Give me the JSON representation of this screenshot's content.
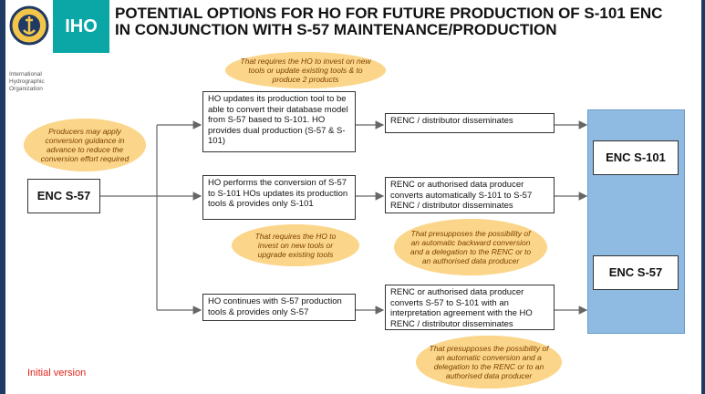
{
  "header": {
    "logo_text": "IHO",
    "title_line1": "POTENTIAL OPTIONS FOR HO FOR FUTURE PRODUCTION OF S-101 ENC",
    "title_line2": "IN CONJUNCTION WITH S-57 MAINTENANCE/PRODUCTION",
    "org_line1": "International",
    "org_line2": "Hydrographic",
    "org_line3": "Organization"
  },
  "diagram": {
    "source_box": "ENC S-57",
    "producers_note": "Producers may apply conversion guidance in advance to reduce the conversion effort required",
    "option1": {
      "action": "HO updates its production tool to be able to convert their database model from S-57 based to S-101. HO provides dual production (S-57 & S-101)",
      "distribution": "RENC / distributor disseminates",
      "note": "That requires the HO to invest on new tools or update existing tools & to produce 2 products"
    },
    "option2": {
      "action": "HO performs the conversion of S-57 to S-101 HOs updates its production tools & provides only S-101",
      "distribution": "RENC or authorised data producer converts automatically S-101 to S-57 RENC / distributor disseminates",
      "note_left": "That requires the HO to invest on new tools or upgrade existing tools",
      "note_right": "That presupposes the possibility of an automatic backward conversion and a delegation to the RENC or to an authorised data producer"
    },
    "option3": {
      "action": "HO continues with S-57 production tools & provides only S-57",
      "distribution": "RENC or authorised data producer converts S-57 to S-101 with an interpretation agreement with the HO RENC / distributor disseminates",
      "note": "That presupposes the possibility of an automatic conversion and a delegation to the RENC or to an authorised data producer"
    },
    "output_s101": "ENC S-101",
    "output_s57": "ENC S-57"
  },
  "footer": {
    "status": "Initial version"
  },
  "colors": {
    "frame": "#1f3a63",
    "brand": "#0ba6a6",
    "panel": "#8fbbe2",
    "cloud": "#fbd68a",
    "alert": "#e2231a"
  }
}
